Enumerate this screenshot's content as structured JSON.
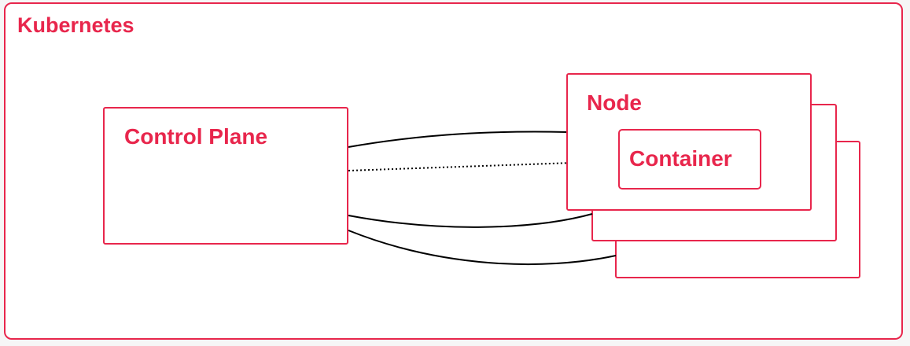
{
  "kubernetes": {
    "label": "Kubernetes"
  },
  "control_plane": {
    "label": "Control Plane"
  },
  "node": {
    "label": "Node"
  },
  "container": {
    "label": "Container"
  },
  "colors": {
    "accent": "#e8264c",
    "connector": "#000000"
  }
}
